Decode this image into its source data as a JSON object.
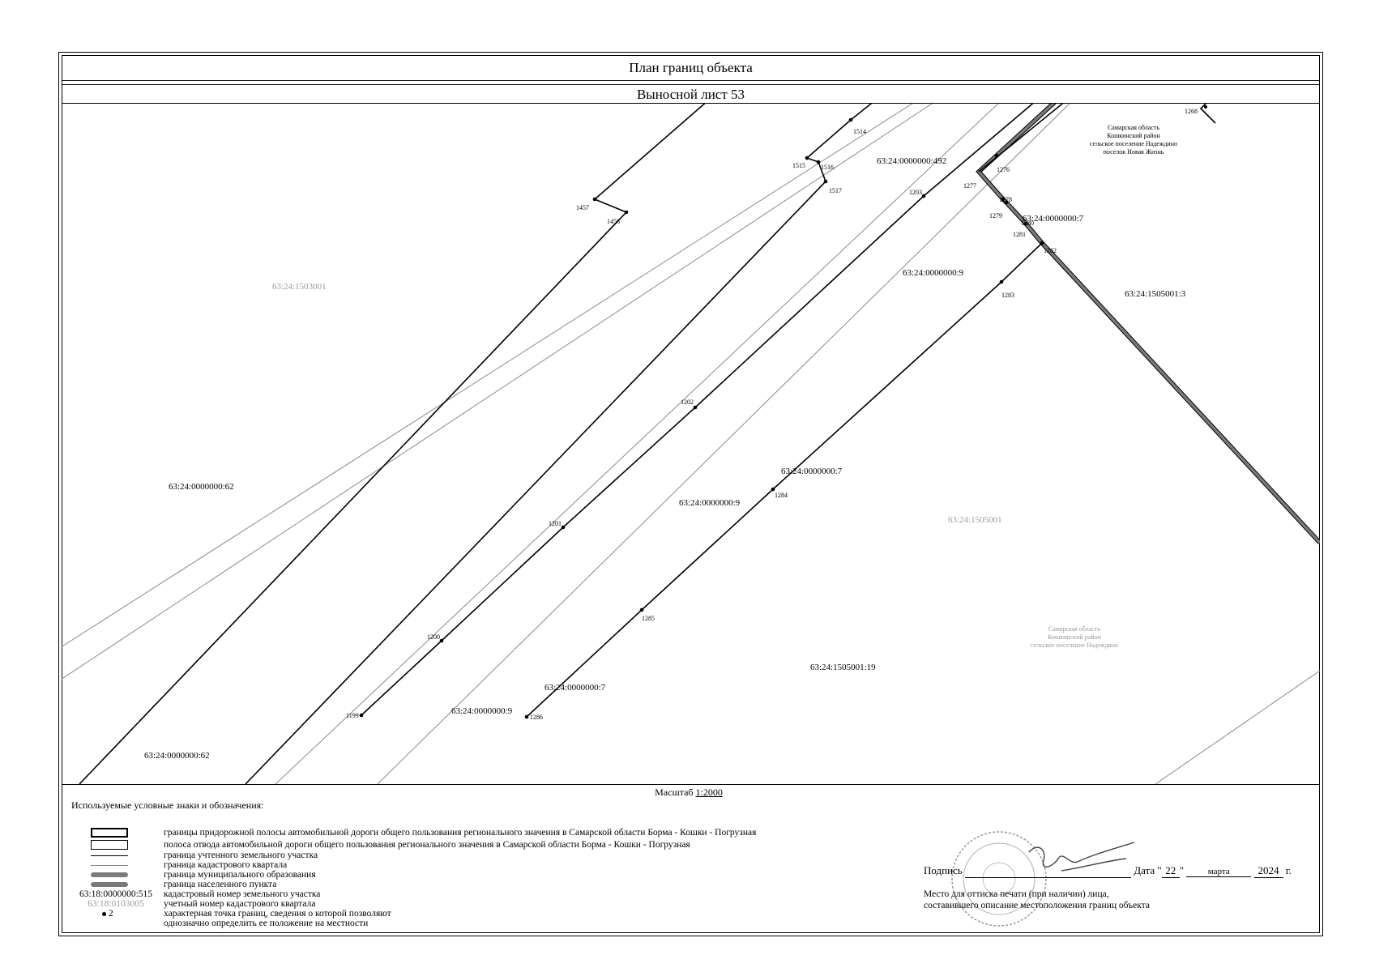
{
  "header": {
    "title": "План границ объекта",
    "subtitle": "Выносной лист 53"
  },
  "map": {
    "parcels": [
      {
        "id": "p62a",
        "label": "63:24:0000000:62"
      },
      {
        "id": "p62b",
        "label": "63:24:0000000:62"
      },
      {
        "id": "p492",
        "label": "63:24:0000000:492"
      },
      {
        "id": "p7a",
        "label": "63:24:0000000:7"
      },
      {
        "id": "p9a",
        "label": "63:24:0000000:9"
      },
      {
        "id": "p3",
        "label": "63:24:1505001:3"
      },
      {
        "id": "p7b",
        "label": "63:24:0000000:7"
      },
      {
        "id": "p9b",
        "label": "63:24:0000000:9"
      },
      {
        "id": "p7c",
        "label": "63:24:0000000:7"
      },
      {
        "id": "p9c",
        "label": "63:24:0000000:9"
      },
      {
        "id": "p19",
        "label": "63:24:1505001:19"
      }
    ],
    "quarters": [
      {
        "id": "q1",
        "label": "63:24:1503001"
      },
      {
        "id": "q2",
        "label": "63:24:1505001"
      }
    ],
    "settlement_black": [
      "Самарская область",
      "Кошкинский район",
      "сельское поселение Надеждино",
      "поселок Новая Жизнь"
    ],
    "settlement_gray": [
      "Самарская область",
      "Кошкинский район",
      "сельское поселение Надеждино"
    ],
    "points": [
      "1268",
      "1514",
      "1515",
      "1516",
      "1517",
      "1457",
      "1456",
      "1276",
      "1277",
      "1278",
      "1279",
      "1280",
      "1281",
      "1282",
      "1283",
      "1203",
      "1202",
      "1201",
      "1200",
      "1199",
      "1284",
      "1285",
      "1286"
    ]
  },
  "scale": {
    "prefix": "Масштаб ",
    "value": "1:2000"
  },
  "legend": {
    "title": "Используемые условные знаки и обозначения:",
    "items": [
      {
        "text": "границы придорожной полосы автомобильной дороги общего пользования регионального значения в Самарской области Борма - Кошки - Погрузная"
      },
      {
        "text": "полоса отвода автомобильной дороги общего пользования регионального значения в Самарской области Борма - Кошки - Погрузная"
      },
      {
        "text": "граница учтенного земельного участка"
      },
      {
        "text": "граница кадастрового квартала"
      },
      {
        "text": "граница муниципального образования"
      },
      {
        "text": "граница населенного пункта"
      },
      {
        "text": "кадастровый номер земельного участка",
        "sample": "63:18:0000000:515"
      },
      {
        "text": "учетный номер кадастрового квартала",
        "sample": "63:18:0103005"
      },
      {
        "text": "характерная точка границ, сведения о которой позволяют",
        "sample": "2"
      },
      {
        "text": "однозначно определить ее положение на местности"
      }
    ]
  },
  "signature": {
    "label": "Подпись",
    "date_label": "Дата \"",
    "day": "22",
    "month": "марта",
    "year": "2024",
    "suffix": " г.",
    "note_line1": "Место для оттиска печати (при наличии) лица,",
    "note_line2": "составившего описание местоположения границ объекта"
  },
  "colors": {
    "gray_line": "#8a8a8a",
    "light_text": "#9a9a9a",
    "municipal": "#7a7a7a"
  }
}
